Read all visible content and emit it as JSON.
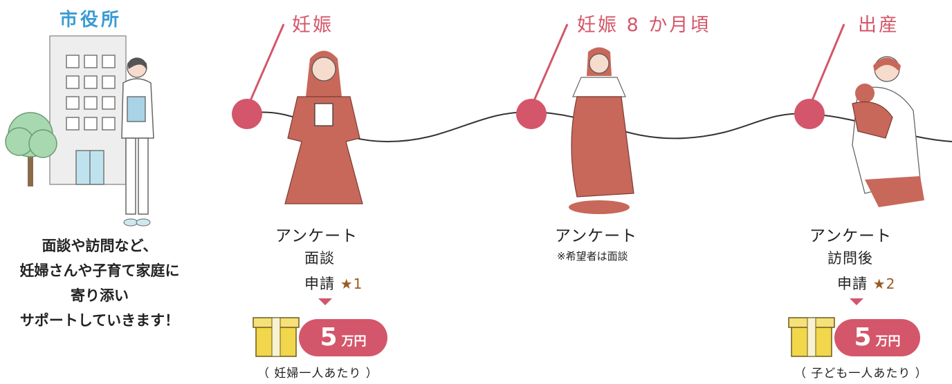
{
  "office": {
    "title": "市役所",
    "message_lines": [
      "面談や訪問など、",
      "妊婦さんや子育て家庭に",
      "寄り添い",
      "サポートしていきます！"
    ]
  },
  "stages": [
    {
      "title": "妊娠",
      "steps": [
        "アンケート",
        "面談",
        "申請"
      ],
      "star_note": "★1",
      "benefit": {
        "amount": "5",
        "unit": "万円",
        "note": "（ 妊婦一人あたり ）"
      }
    },
    {
      "title": "妊娠 8 か月頃",
      "steps": [
        "アンケート"
      ],
      "sub_note": "※希望者は面談"
    },
    {
      "title": "出産",
      "steps": [
        "アンケート",
        "訪問後",
        "申請"
      ],
      "star_note": "★2",
      "benefit": {
        "amount": "5",
        "unit": "万円",
        "note": "（ 子ども一人あたり ）"
      }
    }
  ],
  "colors": {
    "accent": "#d4566a",
    "title_blue": "#3a9bd5",
    "figure": "#c8685a",
    "gift": "#f2d64b"
  },
  "icons": [
    "building-icon",
    "tree-icon",
    "nurse-icon",
    "pregnant-woman-icon",
    "mother-baby-icon",
    "gift-box-icon"
  ]
}
